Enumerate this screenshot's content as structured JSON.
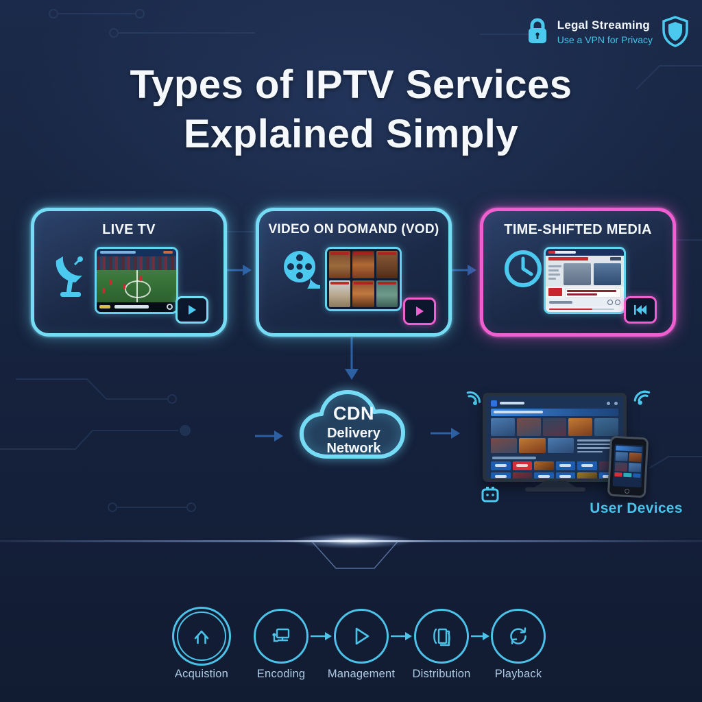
{
  "header_badge": {
    "title": "Legal Streaming",
    "subtitle": "Use a VPN for Privacy",
    "lock_icon": "lock-icon",
    "shield_icon": "shield-icon"
  },
  "title": {
    "line1": "Types of IPTV Services",
    "line2": "Explained Simply"
  },
  "services": [
    {
      "label": "LIVE TV",
      "icon": "satellite-dish-icon",
      "accent": "#76dcf5",
      "thumbnail": "live-soccer-match",
      "button_icon": "play-icon"
    },
    {
      "label": "VIDEO ON DOMAND (VOD)",
      "icon": "film-reel-icon",
      "accent": "#76dcf5",
      "thumbnail": "movie-poster-grid",
      "button_icon": "play-icon"
    },
    {
      "label": "TIME-SHIFTED MEDIA",
      "icon": "clock-icon",
      "accent": "#f05fd0",
      "thumbnail": "news-broadcast-replay",
      "button_icon": "rewind-icon"
    }
  ],
  "cdn_cloud": {
    "line1": "CDN",
    "line2": "Delivery",
    "line3": "Network"
  },
  "user_devices": {
    "label": "User Devices"
  },
  "pipeline": [
    {
      "label": "Acquistion",
      "icon": "home-icon"
    },
    {
      "label": "Encoding",
      "icon": "monitor-icon"
    },
    {
      "label": "Management",
      "icon": "play-icon"
    },
    {
      "label": "Distribution",
      "icon": "pages-icon"
    },
    {
      "label": "Playback",
      "icon": "refresh-icon"
    }
  ],
  "colors": {
    "background": "#17243f",
    "cyan_accent": "#76dcf5",
    "pink_accent": "#f05fd0",
    "flow_arrow_blue": "#2d5fa3",
    "pipeline_cyan": "#4cc2e8",
    "label_cyan": "#46c4ea",
    "title_white": "#f5f8fc"
  }
}
